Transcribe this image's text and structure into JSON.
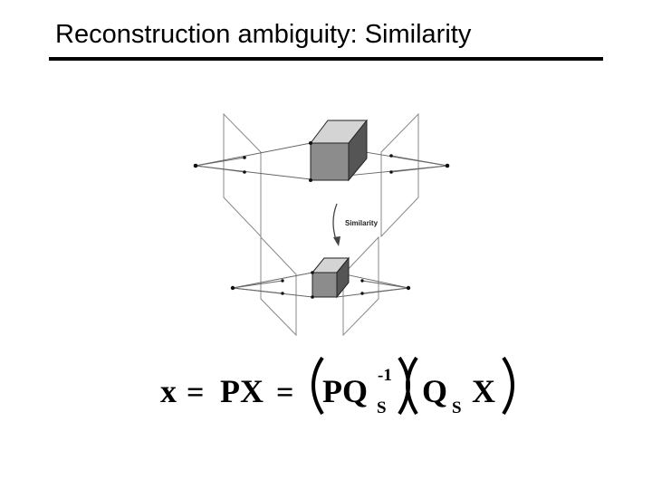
{
  "slide": {
    "title": "Reconstruction ambiguity: Similarity"
  },
  "figure": {
    "transform_label": "Similarity"
  },
  "equation": {
    "x": "x",
    "eq1": "=",
    "px": "PX",
    "eq2": "=",
    "pq": "PQ",
    "sub1": "S",
    "sup1": "-1",
    "q": "Q",
    "sub2": "S",
    "X": "X"
  }
}
